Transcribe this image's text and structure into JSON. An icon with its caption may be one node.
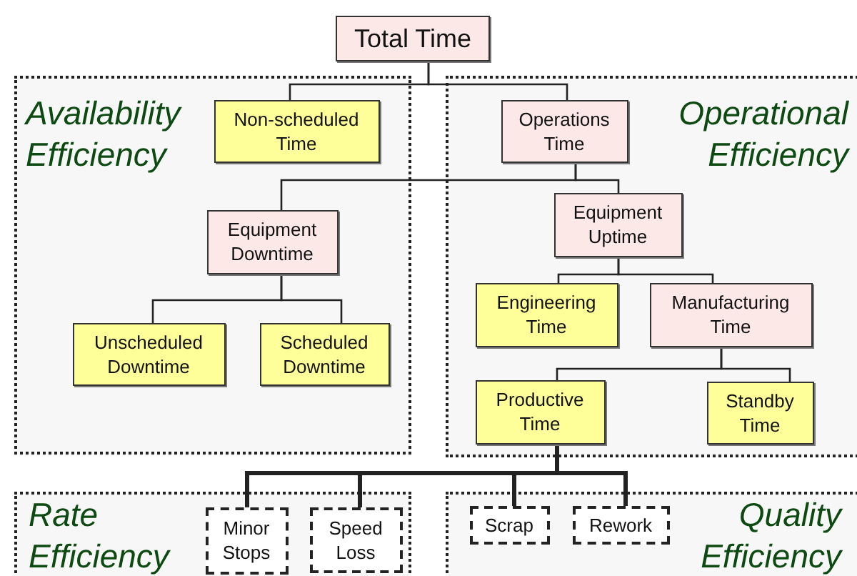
{
  "diagram": {
    "nodes": [
      {
        "text": [
          "Total Time"
        ]
      },
      {
        "text": [
          "Availability Efficiency"
        ]
      },
      {
        "text": [
          "Non-scheduled Time"
        ],
        "in": 1
      },
      {
        "text": [
          "Equipment Downtime"
        ],
        "in": 1
      },
      {
        "text": [
          "Unscheduled Downtime"
        ],
        "in": 1
      },
      {
        "text": [
          "Scheduled Downtime"
        ],
        "in": 1
      },
      {
        "text": [
          "Operational Efficiency"
        ]
      },
      {
        "text": [
          "Operations Time"
        ],
        "in": 6
      },
      {
        "text": [
          "Equipment Uptime"
        ],
        "in": 6
      },
      {
        "text": [
          "Engineering Time"
        ],
        "in": 6
      },
      {
        "text": [
          "Manufacturing Time"
        ],
        "in": 6
      },
      {
        "text": [
          "Productive Time"
        ],
        "in": 6
      },
      {
        "text": [
          "Standby Time"
        ],
        "in": 6
      },
      {
        "text": [
          "Rate Efficiency"
        ]
      },
      {
        "text": [
          "Minor Stops"
        ],
        "in": 13
      },
      {
        "text": [
          "Speed Loss"
        ],
        "in": 13
      },
      {
        "text": [
          "Quality Efficiency"
        ]
      },
      {
        "text": [
          "Scrap"
        ],
        "in": 16
      },
      {
        "text": [
          "Rework"
        ],
        "in": 16
      }
    ],
    "edges": [
      {
        "from": 0,
        "to": 2,
        "arrow": "none"
      },
      {
        "from": 0,
        "to": 7,
        "arrow": "none"
      },
      {
        "from": 7,
        "to": 3,
        "arrow": "none"
      },
      {
        "from": 7,
        "to": 8,
        "arrow": "none"
      },
      {
        "from": 3,
        "to": 4,
        "arrow": "none"
      },
      {
        "from": 3,
        "to": 5,
        "arrow": "none"
      },
      {
        "from": 8,
        "to": 9,
        "arrow": "none"
      },
      {
        "from": 8,
        "to": 10,
        "arrow": "none"
      },
      {
        "from": 10,
        "to": 11,
        "arrow": "none"
      },
      {
        "from": 10,
        "to": 12,
        "arrow": "none"
      },
      {
        "from": 11,
        "to": 14,
        "arrow": "none",
        "style": "thick"
      },
      {
        "from": 11,
        "to": 15,
        "arrow": "none",
        "style": "thick"
      },
      {
        "from": 11,
        "to": 17,
        "arrow": "none",
        "style": "thick"
      },
      {
        "from": 11,
        "to": 18,
        "arrow": "none",
        "style": "thick"
      }
    ]
  }
}
